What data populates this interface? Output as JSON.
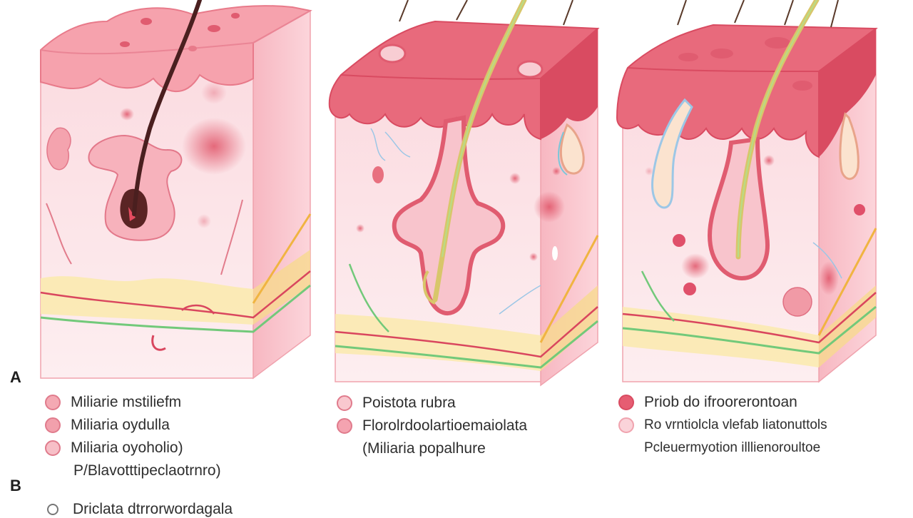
{
  "labels": {
    "marker_a": "A",
    "marker_b": "B"
  },
  "colors": {
    "epidermis": "#e86a7c",
    "epidermis_dark": "#d94b61",
    "dermis": "#fbe3e6",
    "fat": "#fbeab0",
    "hair": "#4a1f1f",
    "nerve_green": "#72c97a",
    "vessel_red": "#d9465e"
  },
  "legends": [
    {
      "id": "left",
      "items": [
        {
          "label": "Miliarie mstiliefm",
          "swatch": "#f4a9b3"
        },
        {
          "label": "Miliaria oydulla",
          "swatch": "#f2a0ac"
        },
        {
          "label": "Miliaria oyoholio)",
          "swatch": "#f7bfc7"
        },
        {
          "label": "P/Blavotttipeclaotrnro)",
          "swatch": ""
        }
      ]
    },
    {
      "id": "middle",
      "items": [
        {
          "label": "Poistota rubra",
          "swatch": "#f9c8cf"
        },
        {
          "label": "Florolrdoolartioemaiolata",
          "swatch": "#f4a3b0"
        },
        {
          "label": "(Miliaria popalhure",
          "swatch": ""
        }
      ]
    },
    {
      "id": "right",
      "items": [
        {
          "label": "Priob do ifroorerontoan",
          "swatch": "#e65d72"
        },
        {
          "label": "Ro vrntiolcla vlefab liatonuttols",
          "swatch": "#fad3d9"
        },
        {
          "label": "Pcleuermyotion illlienoroultoe",
          "swatch": ""
        }
      ]
    }
  ],
  "bottom_item": {
    "label": "Driclata dtrrorwordagala",
    "icon": "circle-outline-icon"
  }
}
